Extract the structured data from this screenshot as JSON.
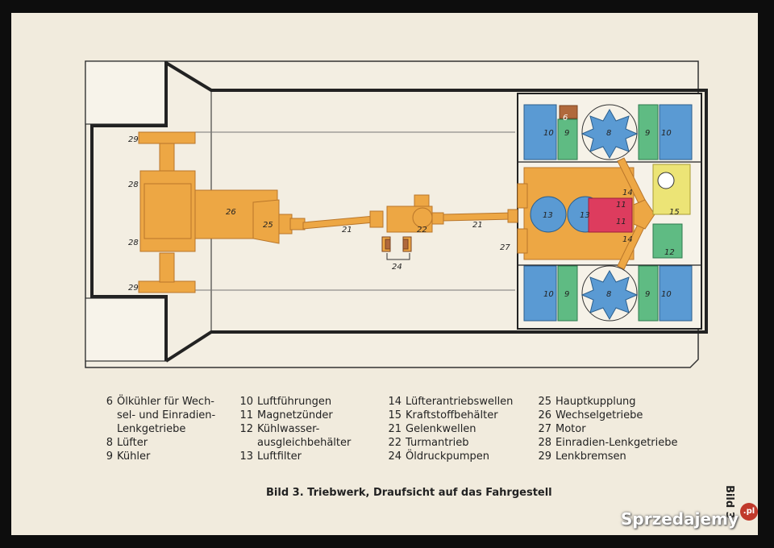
{
  "labels": {
    "l6": "6",
    "l8": "8",
    "l9": "9",
    "l10": "10",
    "l11": "11",
    "l12": "12",
    "l13": "13",
    "l14": "14",
    "l15": "15",
    "l21": "21",
    "l22": "22",
    "l24": "24",
    "l25": "25",
    "l26": "26",
    "l27": "27",
    "l28": "28",
    "l29": "29"
  },
  "legend": {
    "col1": [
      {
        "num": "6",
        "text": "Ölkühler für Wech-"
      },
      {
        "num": "",
        "text": "sel- und Einradien-"
      },
      {
        "num": "",
        "text": "Lenkgetriebe"
      },
      {
        "num": "8",
        "text": "Lüfter"
      },
      {
        "num": "9",
        "text": "Kühler"
      }
    ],
    "col2": [
      {
        "num": "10",
        "text": "Luftführungen"
      },
      {
        "num": "11",
        "text": "Magnetzünder"
      },
      {
        "num": "12",
        "text": "Kühlwasser-"
      },
      {
        "num": "",
        "text": "ausgleichbehälter"
      },
      {
        "num": "13",
        "text": "Luftfilter"
      }
    ],
    "col3": [
      {
        "num": "14",
        "text": "Lüfterantriebswellen"
      },
      {
        "num": "15",
        "text": "Kraftstoffbehälter"
      },
      {
        "num": "21",
        "text": "Gelenkwellen"
      },
      {
        "num": "22",
        "text": "Turmantrieb"
      },
      {
        "num": "24",
        "text": "Öldruckpumpen"
      }
    ],
    "col4": [
      {
        "num": "25",
        "text": "Hauptkupplung"
      },
      {
        "num": "26",
        "text": "Wechselgetriebe"
      },
      {
        "num": "27",
        "text": "Motor"
      },
      {
        "num": "28",
        "text": "Einradien-Lenkgetriebe"
      },
      {
        "num": "29",
        "text": "Lenkbremsen"
      }
    ]
  },
  "caption": "Bild 3. Triebwerk, Draufsicht auf das Fahrgestell",
  "side_label": "Bild 3",
  "watermark": {
    "brand": "Sprzedajemy",
    "suffix": ".pl"
  },
  "colors": {
    "orange": "#eda744",
    "blue": "#5a9ad3",
    "green": "#5fbb83",
    "red": "#dd3c5e",
    "yellow": "#ece476",
    "brown": "#b0693c"
  }
}
